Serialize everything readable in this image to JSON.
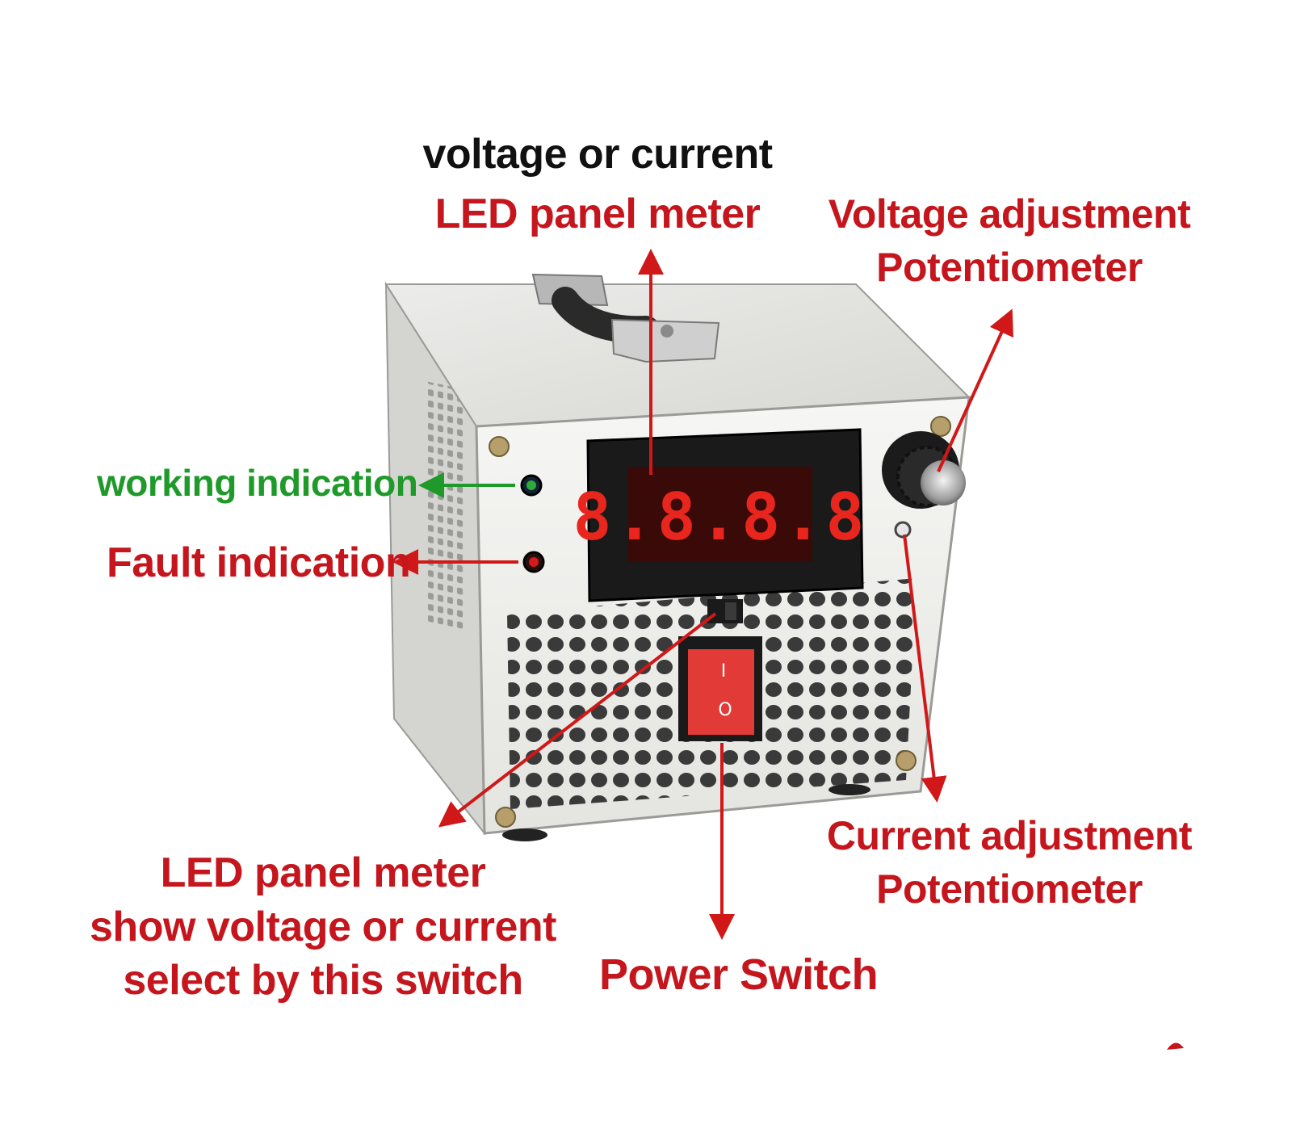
{
  "colors": {
    "label_red": "#c4161c",
    "label_green": "#1f9a2a",
    "label_black": "#111111",
    "arrow_red": "#d01818",
    "arrow_green": "#1f9a2a",
    "case_white": "#f0f0ee",
    "case_side": "#dcdcd8",
    "display_red": "#e8261e",
    "rocker_red": "#e23a37"
  },
  "labels": {
    "top_caption": "voltage or current",
    "led_meter_top": "LED panel meter",
    "voltage_pot": [
      "Voltage adjustment",
      "Potentiometer"
    ],
    "working": "working indication",
    "fault": "Fault indication",
    "led_meter_switch": [
      "LED panel meter",
      "show voltage or current",
      "select by this switch"
    ],
    "current_pot": [
      "Current adjustment",
      "Potentiometer"
    ],
    "power_switch": "Power Switch"
  },
  "device": {
    "display_digits": "8.8.8.8",
    "rocker_on_symbol": "I",
    "rocker_off_symbol": "O"
  },
  "icons": {
    "arrow": "arrow-icon",
    "led": "led-indicator-icon",
    "knob": "potentiometer-knob-icon",
    "rocker": "rocker-switch-icon"
  }
}
